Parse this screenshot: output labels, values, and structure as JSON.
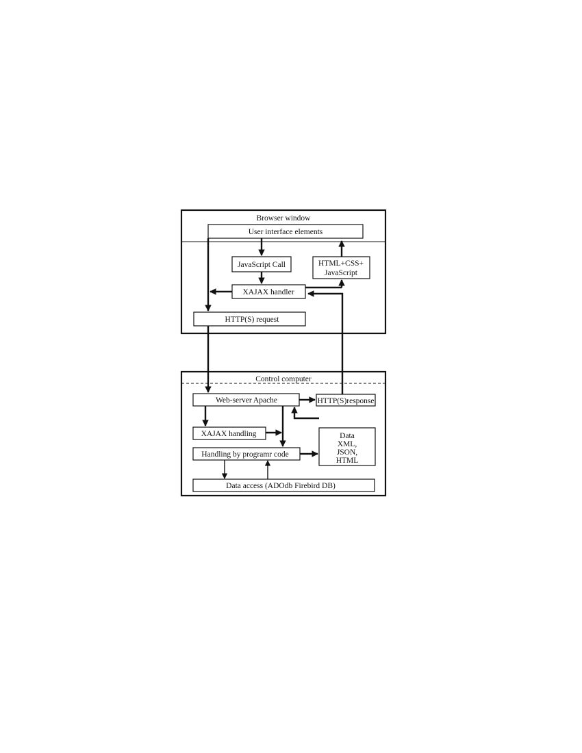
{
  "browser": {
    "title": "Browser window",
    "ui_elements": "User interface elements",
    "js_call": "JavaScript  Call",
    "html_css_js": [
      "HTML+CSS+",
      "JavaScript"
    ],
    "xajax_handler": "XAJAX handler",
    "http_request": "HTTP(S) request"
  },
  "server": {
    "title": "Control computer",
    "web_server": "Web-server  Apache",
    "http_response": "HTTP(S)response",
    "xajax_handling": "XAJAX handling",
    "data_formats": [
      "Data",
      "XML,",
      "JSON,",
      "HTML"
    ],
    "program_code": "Handling by programr code",
    "data_access": "Data access (ADOdb Firebird  DB)"
  }
}
